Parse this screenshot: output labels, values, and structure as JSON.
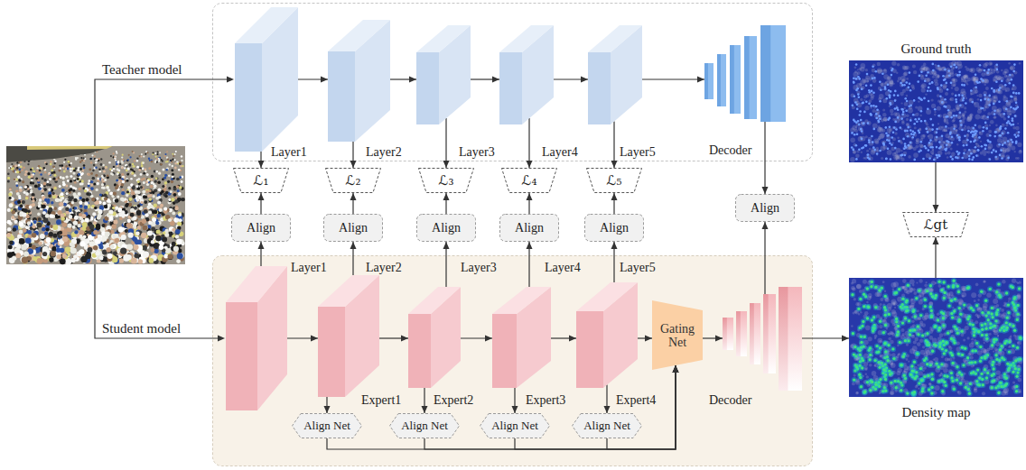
{
  "diagram": {
    "nodes": [
      {
        "text": [
          "Teacher model"
        ]
      },
      {
        "text": [
          "Layer1"
        ],
        "in": 0
      },
      {
        "text": [
          "Layer2"
        ],
        "in": 0
      },
      {
        "text": [
          "Layer3"
        ],
        "in": 0
      },
      {
        "text": [
          "Layer4"
        ],
        "in": 0
      },
      {
        "text": [
          "Layer5"
        ],
        "in": 0
      },
      {
        "text": [
          "Decoder"
        ],
        "in": 0
      },
      {
        "text": [
          "ℒ₁"
        ]
      },
      {
        "text": [
          "ℒ₂"
        ]
      },
      {
        "text": [
          "ℒ₃"
        ]
      },
      {
        "text": [
          "ℒ₄"
        ]
      },
      {
        "text": [
          "ℒ₅"
        ]
      },
      {
        "text": [
          "Align"
        ]
      },
      {
        "text": [
          "Align"
        ]
      },
      {
        "text": [
          "Align"
        ]
      },
      {
        "text": [
          "Align"
        ]
      },
      {
        "text": [
          "Align"
        ]
      },
      {
        "text": [
          "Align"
        ]
      },
      {
        "text": [
          "Student model"
        ]
      },
      {
        "text": [
          "Layer1"
        ],
        "in": 18
      },
      {
        "text": [
          "Layer2",
          "Expert1"
        ],
        "in": 18
      },
      {
        "text": [
          "Layer3",
          "Expert2"
        ],
        "in": 18
      },
      {
        "text": [
          "Layer4",
          "Expert3"
        ],
        "in": 18
      },
      {
        "text": [
          "Layer5",
          "Expert4"
        ],
        "in": 18
      },
      {
        "text": [
          "Gating Net"
        ],
        "in": 18
      },
      {
        "text": [
          "Decoder"
        ],
        "in": 18
      },
      {
        "text": [
          "Align Net"
        ],
        "in": 18
      },
      {
        "text": [
          "Align Net"
        ],
        "in": 18
      },
      {
        "text": [
          "Align Net"
        ],
        "in": 18
      },
      {
        "text": [
          "Align Net"
        ],
        "in": 18
      },
      {
        "text": [
          "Ground truth"
        ]
      },
      {
        "text": [
          "ℒgt"
        ]
      },
      {
        "text": [
          "Density map"
        ]
      }
    ],
    "edges": [
      {
        "from": 1,
        "to": 2,
        "arrow": "to"
      },
      {
        "from": 2,
        "to": 3,
        "arrow": "to"
      },
      {
        "from": 3,
        "to": 4,
        "arrow": "to"
      },
      {
        "from": 4,
        "to": 5,
        "arrow": "to"
      },
      {
        "from": 5,
        "to": 6,
        "arrow": "to"
      },
      {
        "from": 1,
        "to": 7,
        "arrow": "to"
      },
      {
        "from": 2,
        "to": 8,
        "arrow": "to"
      },
      {
        "from": 3,
        "to": 9,
        "arrow": "to"
      },
      {
        "from": 4,
        "to": 10,
        "arrow": "to"
      },
      {
        "from": 5,
        "to": 11,
        "arrow": "to"
      },
      {
        "from": 12,
        "to": 7,
        "arrow": "to"
      },
      {
        "from": 13,
        "to": 8,
        "arrow": "to"
      },
      {
        "from": 14,
        "to": 9,
        "arrow": "to"
      },
      {
        "from": 15,
        "to": 10,
        "arrow": "to"
      },
      {
        "from": 16,
        "to": 11,
        "arrow": "to"
      },
      {
        "from": 19,
        "to": 12,
        "arrow": "to"
      },
      {
        "from": 20,
        "to": 13,
        "arrow": "to"
      },
      {
        "from": 21,
        "to": 14,
        "arrow": "to"
      },
      {
        "from": 22,
        "to": 15,
        "arrow": "to"
      },
      {
        "from": 23,
        "to": 16,
        "arrow": "to"
      },
      {
        "from": 6,
        "to": 17,
        "arrow": "to"
      },
      {
        "from": 25,
        "to": 17,
        "arrow": "to"
      },
      {
        "from": 19,
        "to": 20,
        "arrow": "to"
      },
      {
        "from": 20,
        "to": 21,
        "arrow": "to"
      },
      {
        "from": 21,
        "to": 22,
        "arrow": "to"
      },
      {
        "from": 22,
        "to": 23,
        "arrow": "to"
      },
      {
        "from": 23,
        "to": 24,
        "arrow": "to"
      },
      {
        "from": 24,
        "to": 25,
        "arrow": "to"
      },
      {
        "from": 20,
        "to": 26,
        "arrow": "to"
      },
      {
        "from": 21,
        "to": 27,
        "arrow": "to"
      },
      {
        "from": 22,
        "to": 28,
        "arrow": "to"
      },
      {
        "from": 23,
        "to": 29,
        "arrow": "to"
      },
      {
        "from": 26,
        "to": 24,
        "arrow": "to"
      },
      {
        "from": 27,
        "to": 24,
        "arrow": "to"
      },
      {
        "from": 28,
        "to": 24,
        "arrow": "to"
      },
      {
        "from": 29,
        "to": 24,
        "arrow": "to"
      },
      {
        "from": 25,
        "to": 32,
        "arrow": "to"
      },
      {
        "from": 30,
        "to": 31,
        "arrow": "to"
      },
      {
        "from": 32,
        "to": 31,
        "arrow": "to"
      }
    ]
  }
}
